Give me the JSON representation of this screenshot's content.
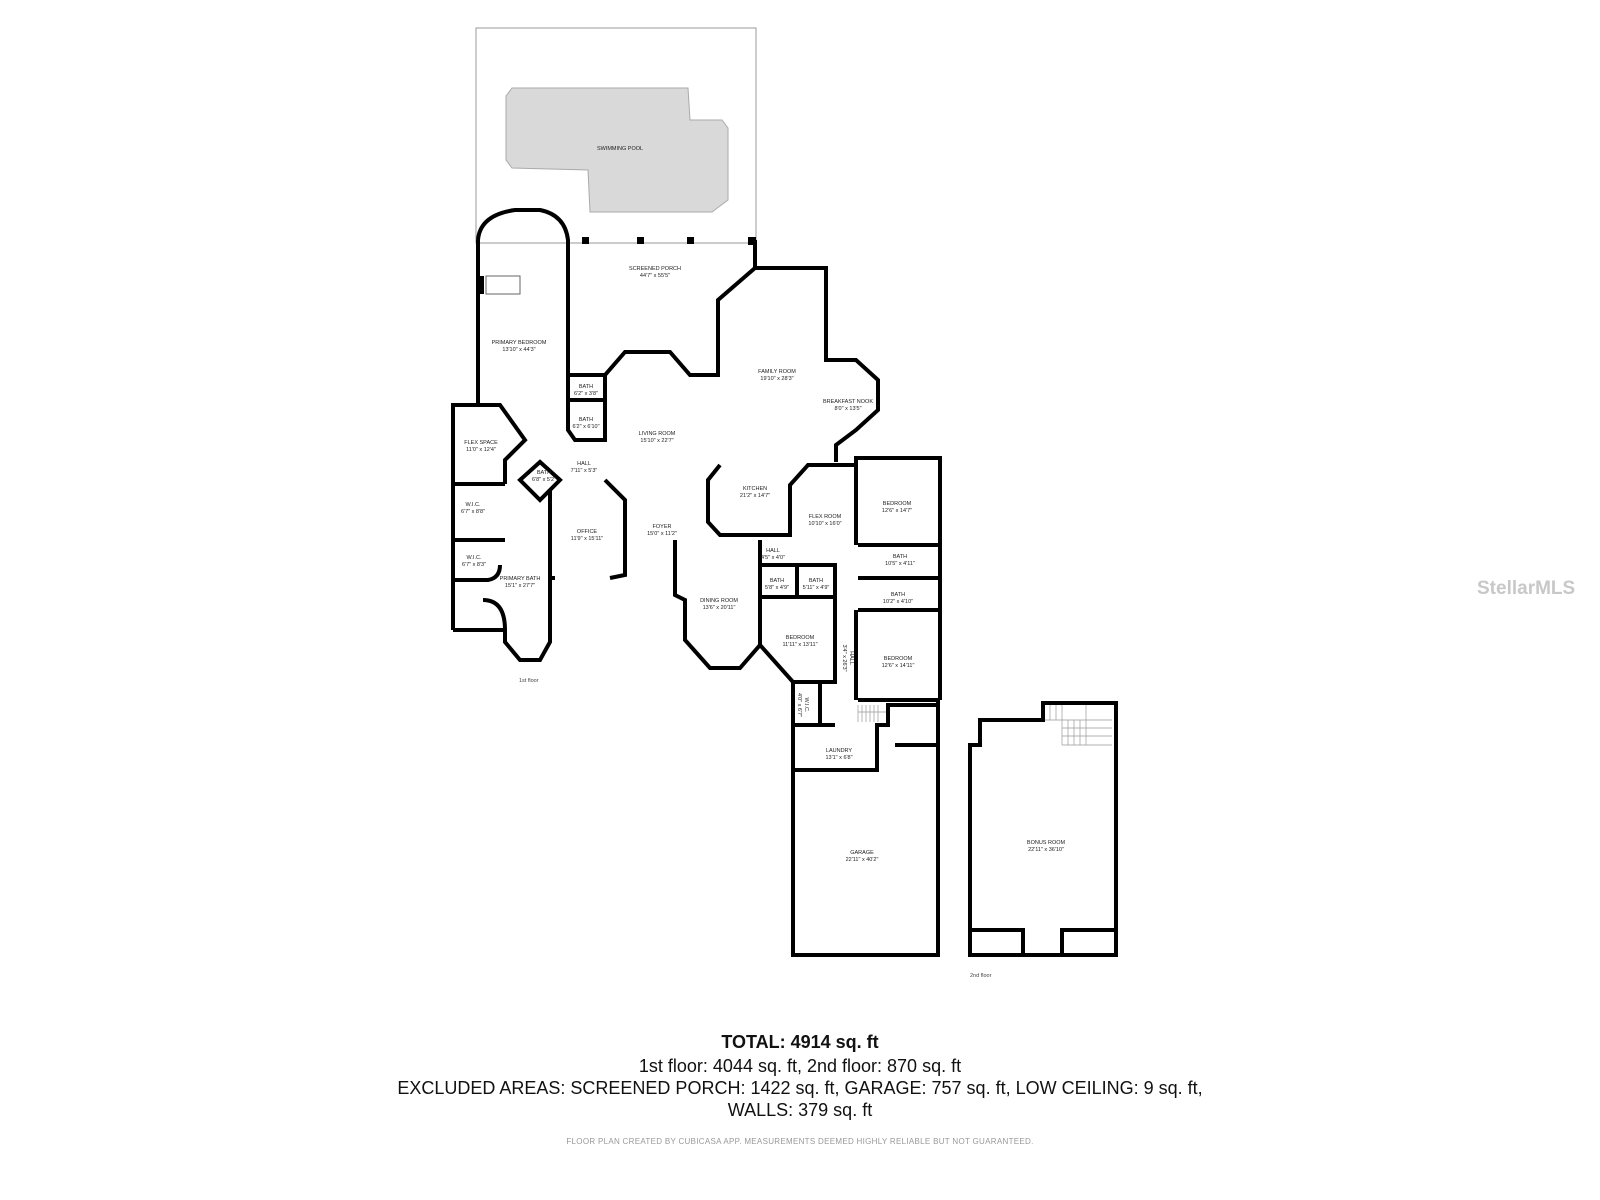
{
  "rooms": [
    {
      "name": "SWIMMING POOL",
      "dims": ""
    },
    {
      "name": "SCREENED PORCH",
      "dims": "44'7\" x 55'5\""
    },
    {
      "name": "PRIMARY BEDROOM",
      "dims": "13'10\" x 44'3\""
    },
    {
      "name": "BATH",
      "dims": "6'2\" x 3'8\""
    },
    {
      "name": "BATH",
      "dims": "6'2\" x 6'10\""
    },
    {
      "name": "FAMILY ROOM",
      "dims": "19'10\" x 28'3\""
    },
    {
      "name": "BREAKFAST NOOK",
      "dims": "8'0\" x 13'5\""
    },
    {
      "name": "LIVING ROOM",
      "dims": "15'10\" x 22'7\""
    },
    {
      "name": "FLEX SPACE",
      "dims": "11'0\" x 12'4\""
    },
    {
      "name": "HALL",
      "dims": "7'11\" x 5'3\""
    },
    {
      "name": "BATH",
      "dims": "6'8\" x 5'2\""
    },
    {
      "name": "KITCHEN",
      "dims": "21'2\" x 14'7\""
    },
    {
      "name": "W.I.C.",
      "dims": "6'7\" x 8'8\""
    },
    {
      "name": "BEDROOM",
      "dims": "12'6\" x 14'7\""
    },
    {
      "name": "FLEX ROOM",
      "dims": "10'10\" x 16'0\""
    },
    {
      "name": "OFFICE",
      "dims": "11'9\" x 15'11\""
    },
    {
      "name": "FOYER",
      "dims": "15'0\" x 11'2\""
    },
    {
      "name": "HALL",
      "dims": "4'5\" x 4'0\""
    },
    {
      "name": "BATH",
      "dims": "10'5\" x 4'11\""
    },
    {
      "name": "W.I.C.",
      "dims": "6'7\" x 8'3\""
    },
    {
      "name": "PRIMARY BATH",
      "dims": "15'1\" x 27'7\""
    },
    {
      "name": "BATH",
      "dims": "5'8\" x 4'9\""
    },
    {
      "name": "BATH",
      "dims": "5'11\" x 4'9\""
    },
    {
      "name": "BATH",
      "dims": "10'2\" x 4'10\""
    },
    {
      "name": "DINING ROOM",
      "dims": "13'6\" x 20'11\""
    },
    {
      "name": "BEDROOM",
      "dims": "11'11\" x 13'11\""
    },
    {
      "name": "HALL",
      "dims": "3'4\" x 26'3\""
    },
    {
      "name": "BEDROOM",
      "dims": "12'6\" x 14'11\""
    },
    {
      "name": "W.I.C.",
      "dims": "4'0\" x 6'7\""
    },
    {
      "name": "LAUNDRY",
      "dims": "13'1\" x 6'8\""
    },
    {
      "name": "GARAGE",
      "dims": "22'11\" x 40'2\""
    },
    {
      "name": "BONUS ROOM",
      "dims": "22'11\" x 36'10\""
    }
  ],
  "floors": {
    "first": "1st floor",
    "second": "2nd floor"
  },
  "summary": {
    "total": "TOTAL: 4914 sq. ft",
    "floors": "1st floor: 4044 sq. ft, 2nd floor: 870 sq. ft",
    "excluded": "EXCLUDED AREAS: SCREENED PORCH: 1422 sq. ft, GARAGE: 757 sq. ft, LOW CEILING: 9 sq. ft,",
    "walls": "WALLS: 379 sq. ft"
  },
  "credit": "FLOOR PLAN CREATED BY CUBICASA APP. MEASUREMENTS DEEMED HIGHLY RELIABLE BUT NOT GUARANTEED.",
  "watermark": "StellarMLS",
  "colors": {
    "wall": "#000000",
    "pool": "#d9d9d9"
  }
}
